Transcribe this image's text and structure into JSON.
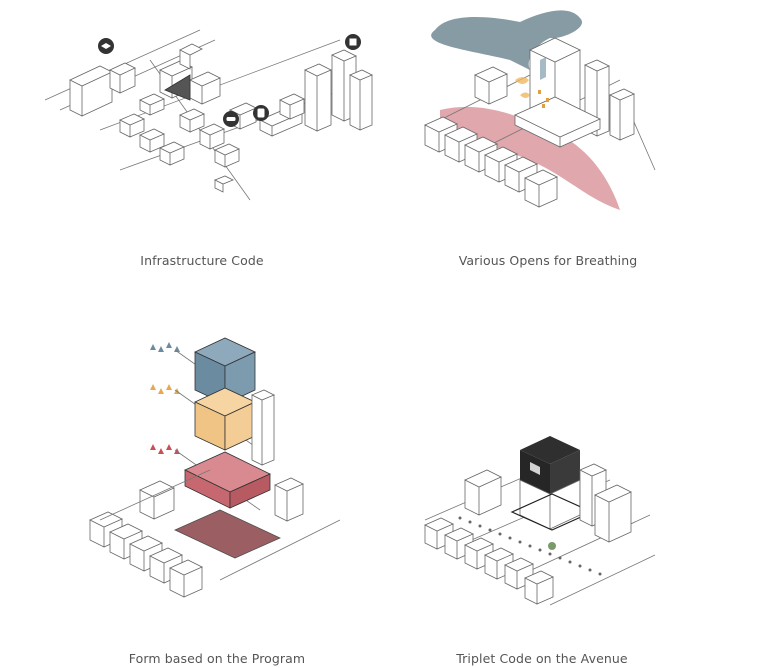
{
  "diagrams": [
    {
      "id": "infrastructure",
      "caption": "Infrastructure Code"
    },
    {
      "id": "breathing",
      "caption": "Various Opens for Breathing"
    },
    {
      "id": "program",
      "caption": "Form based on the Program"
    },
    {
      "id": "avenue",
      "caption": "Triplet Code on the Avenue"
    }
  ],
  "colors": {
    "cloud": "#5f7a85",
    "road_red": "#c7606a",
    "program_blue": "#6b8ca0",
    "program_orange": "#f0c484",
    "program_red": "#c76870",
    "program_dark": "#8a4347",
    "tower_dark": "#2f2f2f"
  },
  "icons": [
    "school-icon",
    "office-icon",
    "car-icon",
    "transit-icon"
  ]
}
